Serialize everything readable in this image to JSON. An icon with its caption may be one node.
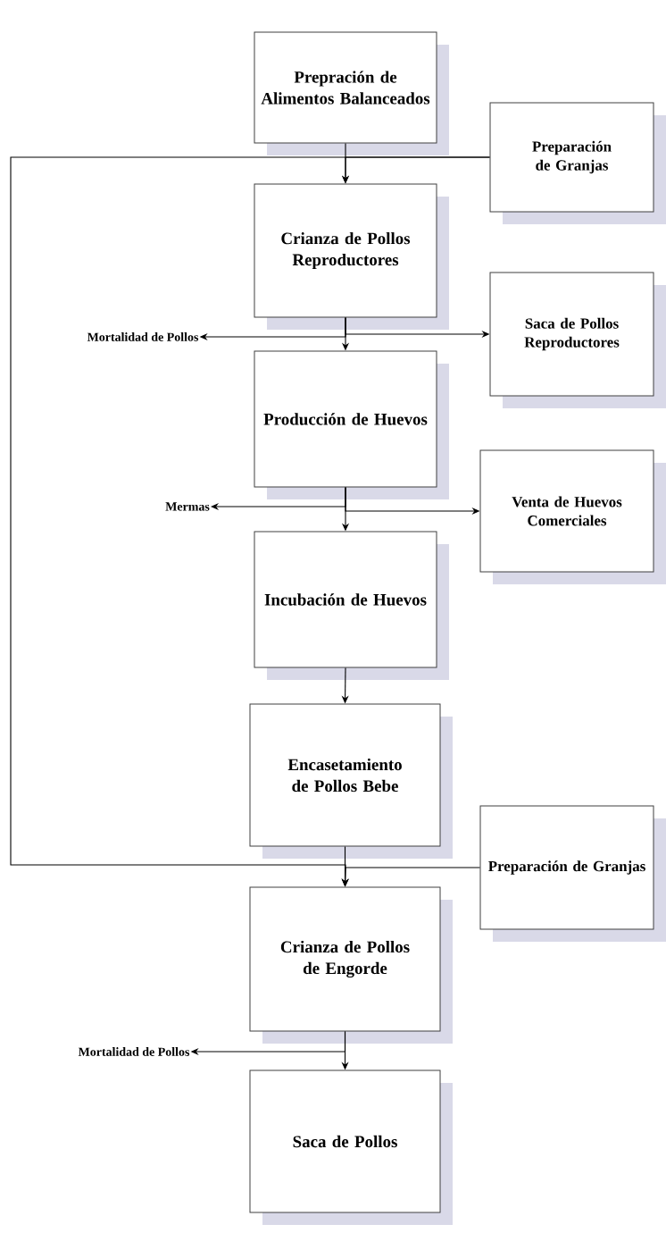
{
  "diagram": {
    "nodes": [
      {
        "text": [
          "Prepración de Alimentos Balanceados"
        ]
      },
      {
        "text": [
          "Preparación de Granjas"
        ]
      },
      {
        "text": [
          "Crianza de Pollos Reproductores"
        ]
      },
      {
        "text": [
          "Mortalidad de Pollos"
        ]
      },
      {
        "text": [
          "Saca de Pollos Reproductores"
        ]
      },
      {
        "text": [
          "Producción de Huevos"
        ]
      },
      {
        "text": [
          "Mermas"
        ]
      },
      {
        "text": [
          "Venta de Huevos Comerciales"
        ]
      },
      {
        "text": [
          "Incubación de Huevos"
        ]
      },
      {
        "text": [
          "Encasetamiento de Pollos Bebe"
        ]
      },
      {
        "text": [
          "Preparación de Granjas"
        ]
      },
      {
        "text": [
          "Crianza de Pollos de Engorde"
        ]
      },
      {
        "text": [
          "Mortalidad de Pollos"
        ]
      },
      {
        "text": [
          "Saca de Pollos"
        ]
      }
    ],
    "edges": [
      {
        "from": 0,
        "to": 2,
        "arrow": "to"
      },
      {
        "from": 1,
        "to": 2,
        "arrow": "to"
      },
      {
        "from": 1,
        "to": 11,
        "arrow": "to"
      },
      {
        "from": 2,
        "to": 3,
        "arrow": "to"
      },
      {
        "from": 2,
        "to": 4,
        "arrow": "to"
      },
      {
        "from": 2,
        "to": 5,
        "arrow": "to"
      },
      {
        "from": 5,
        "to": 6,
        "arrow": "to"
      },
      {
        "from": 5,
        "to": 7,
        "arrow": "to"
      },
      {
        "from": 5,
        "to": 8,
        "arrow": "to"
      },
      {
        "from": 8,
        "to": 9,
        "arrow": "to"
      },
      {
        "from": 10,
        "to": 11,
        "arrow": "to"
      },
      {
        "from": 9,
        "to": 11,
        "arrow": "to"
      },
      {
        "from": 11,
        "to": 12,
        "arrow": "to"
      },
      {
        "from": 11,
        "to": 13,
        "arrow": "to"
      }
    ]
  }
}
